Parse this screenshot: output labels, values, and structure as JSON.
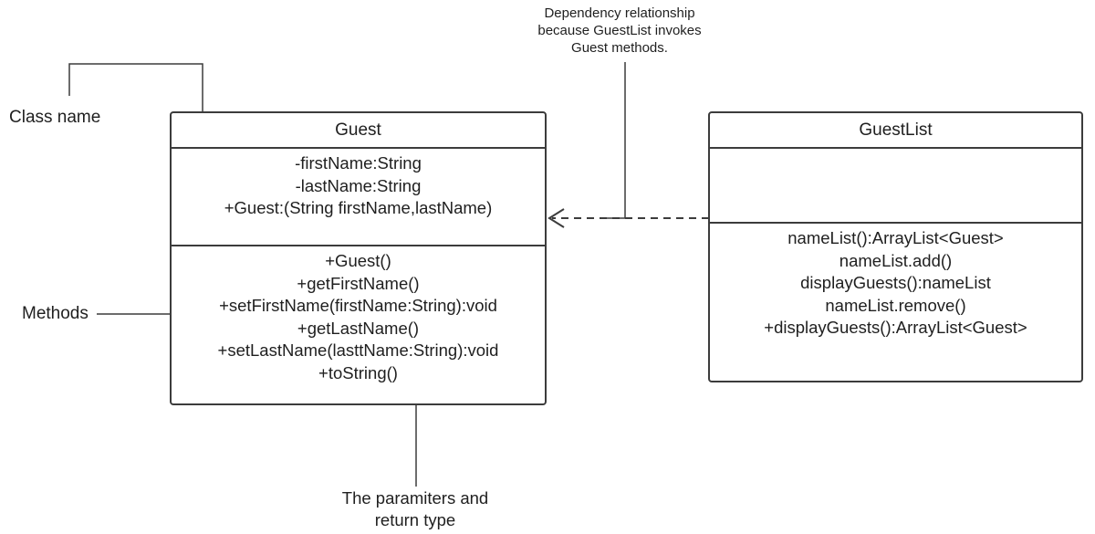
{
  "classes": {
    "guest": {
      "name": "Guest",
      "attributes": [
        "-firstName:String",
        "-lastName:String",
        "+Guest:(String firstName,lastName)"
      ],
      "methods": [
        "+Guest()",
        "+getFirstName()",
        "+setFirstName(firstName:String):void",
        "+getLastName()",
        "+setLastName(lasttName:String):void",
        "+toString()"
      ]
    },
    "guestlist": {
      "name": "GuestList",
      "attributes": [],
      "methods": [
        "nameList():ArrayList<Guest>",
        "nameList.add()",
        "displayGuests():nameList",
        "nameList.remove()",
        "+displayGuests():ArrayList<Guest>"
      ]
    }
  },
  "annotations": {
    "class_name": "Class name",
    "methods": "Methods",
    "params": [
      "The paramiters and",
      "return type"
    ],
    "dependency": [
      "Dependency relationship",
      "because GuestList invokes",
      "Guest methods."
    ]
  },
  "colors": {
    "line": "#3c3c3c",
    "text": "#1f1f1f",
    "background": "#ffffff"
  }
}
